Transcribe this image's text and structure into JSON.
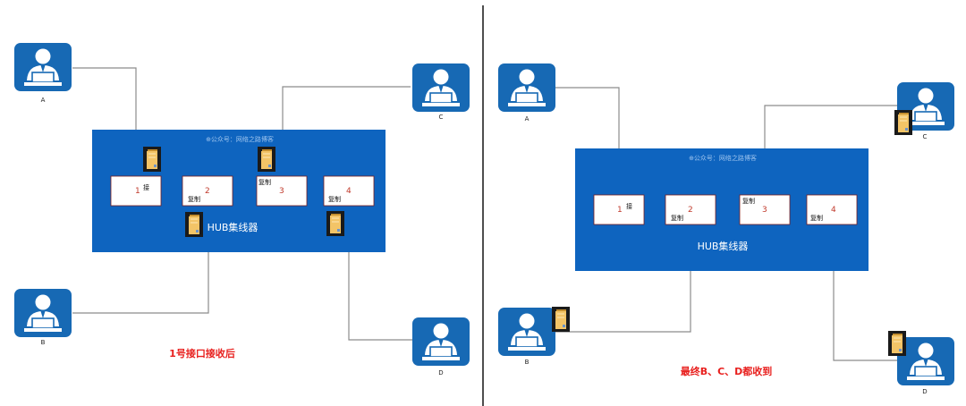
{
  "colors": {
    "hub_blue": "#0e64bf",
    "user_blue": "#1769b4",
    "port_number": "#c0392b",
    "caption_red": "#e8201e",
    "line_gray": "#8c8c8c",
    "divider": "#222222",
    "folder_gold": "#f0c060"
  },
  "left": {
    "watermark": "⊕公众号：网络之路博客",
    "hub_label": "HUB集线器",
    "caption": "1号接口接收后",
    "users": {
      "a": "A",
      "b": "B",
      "c": "C",
      "d": "D"
    },
    "ports": [
      {
        "num": "1",
        "tag": "接"
      },
      {
        "num": "2",
        "tag": "复制"
      },
      {
        "num": "3",
        "tag": "复制"
      },
      {
        "num": "4",
        "tag": "复制"
      }
    ]
  },
  "right": {
    "watermark": "⊕公众号：网络之路博客",
    "hub_label": "HUB集线器",
    "caption": "最终B、C、D都收到",
    "users": {
      "a": "A",
      "b": "B",
      "c": "C",
      "d": "D"
    },
    "ports": [
      {
        "num": "1",
        "tag": "接"
      },
      {
        "num": "2",
        "tag": "复制"
      },
      {
        "num": "3",
        "tag": "复制"
      },
      {
        "num": "4",
        "tag": "复制"
      }
    ]
  },
  "icons": {
    "user": "user-at-laptop-icon",
    "packet": "folder-packet-icon"
  }
}
